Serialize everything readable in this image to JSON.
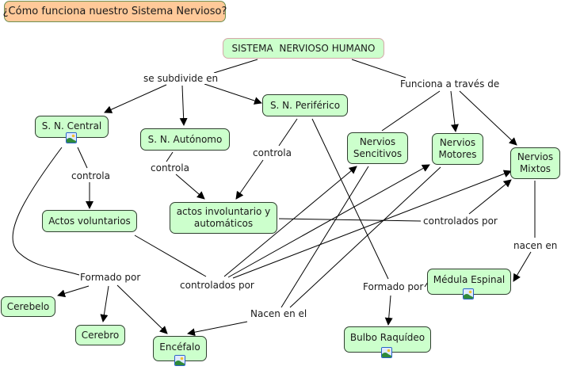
{
  "title": "¿Cómo funciona nuestro Sistema Nervioso?",
  "nodes": {
    "root": "SISTEMA  NERVIOSO HUMANO",
    "central": "S. N. Central",
    "autonomo": "S. N. Autónomo",
    "periferico": "S. N. Periférico",
    "sencitivos_1": "Nervios",
    "sencitivos_2": "Sencitivos",
    "motores_1": "Nervios",
    "motores_2": "Motores",
    "mixtos_1": "Nervios",
    "mixtos_2": "Mixtos",
    "voluntarios": "Actos voluntarios",
    "involuntarios_1": "actos involuntario y",
    "involuntarios_2": "automáticos",
    "medula": "Médula Espinal",
    "cerebelo": "Cerebelo",
    "cerebro": "Cerebro",
    "encefalo": "Encéfalo",
    "bulbo": "Bulbo Raquídeo"
  },
  "linking_phrases": {
    "subdivide": "se subdivide en",
    "funciona": "Funciona a través de",
    "controla_central": "controla",
    "controla_autonomo": "controla",
    "controla_periferico": "controla",
    "controlados_right": "controlados por",
    "controlados_left": "controlados por",
    "nacen_en": "nacen en",
    "formado_left": "Formado por",
    "formado_right": "Formado por",
    "nacen_en_el": "Nacen en el"
  },
  "colors": {
    "concept_fill": "#ccffcc",
    "question_fill": "#ffc999",
    "line": "#000000"
  }
}
